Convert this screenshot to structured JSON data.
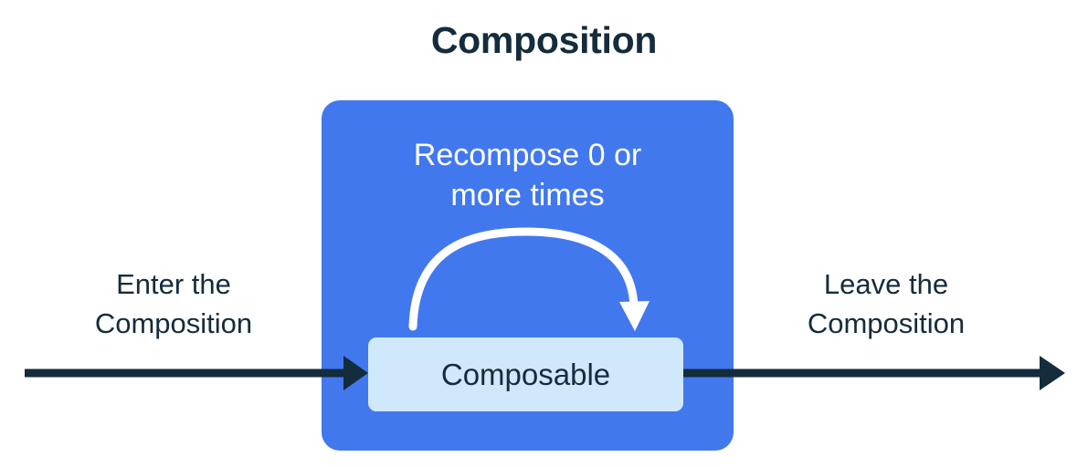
{
  "title": "Composition",
  "composition": {
    "recompose_label": "Recompose 0 or more times",
    "recompose_line_1": "Recompose 0 or",
    "recompose_line_2": "more times",
    "composable_label": "Composable",
    "box_color": "#4278ee",
    "node_color": "#cfe8fb",
    "recompose_arrow": {
      "name": "recompose-loop-arrow",
      "color": "#ffffff",
      "direction": "left-to-right-arc"
    }
  },
  "flow": {
    "enter": {
      "label": "Enter the Composition",
      "line_1": "Enter the",
      "line_2": "Composition",
      "arrow_name": "enter-composition-arrow",
      "arrow_color": "#142c3c"
    },
    "leave": {
      "label": "Leave the Composition",
      "line_1": "Leave the",
      "line_2": "Composition",
      "arrow_name": "leave-composition-arrow",
      "arrow_color": "#142c3c"
    }
  },
  "colors": {
    "background": "#ffffff",
    "text_dark": "#142c3c",
    "text_light": "#ffffff",
    "accent_blue": "#4278ee",
    "accent_light_blue": "#cfe8fb"
  }
}
